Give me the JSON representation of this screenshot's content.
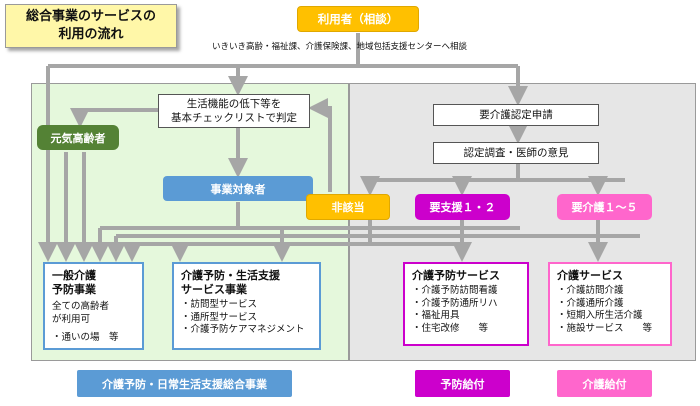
{
  "title": {
    "line1": "総合事業のサービスの",
    "line2": "利用の流れ"
  },
  "user_box": "利用者（相談）",
  "consult_caption": "いきいき高齢・福祉課、介護保険課、地域包括支援センターへ相談",
  "check_box": {
    "line1": "生活機能の低下等を",
    "line2": "基本チェックリストで判定"
  },
  "genki": "元気高齢者",
  "jigyo_taisho": "事業対象者",
  "hi_gaito": "非該当",
  "yoshien": "要支援１・２",
  "yokaigo": "要介護１～５",
  "nintei_shinsei": "要介護認定申請",
  "nintei_chosa": "認定調査・医師の意見",
  "cards": {
    "ippan": {
      "h1": "一般介護",
      "h2": "予防事業",
      "lines": [
        "全ての高齢者",
        "が利用可",
        "・通いの場　等"
      ]
    },
    "seikatsu": {
      "h1": "介護予防・生活支援",
      "h2": "サービス事業",
      "lines": [
        "・訪問型サービス",
        "・通所型サービス",
        "・介護予防ケアマネジメント"
      ]
    },
    "yobo": {
      "h1": "介護予防サービス",
      "lines": [
        "・介護予防訪問看護",
        "・介護予防通所リハ",
        "・福祉用具",
        "・住宅改修　　等"
      ]
    },
    "kaigo": {
      "h1": "介護サービス",
      "lines": [
        "・介護訪問介護",
        "・介護通所介護",
        "・短期入所生活介護",
        "・施設サービス　　等"
      ]
    }
  },
  "bottom": {
    "sogo": "介護予防・日常生活支援総合事業",
    "yobo_kyufu": "予防給付",
    "kaigo_kyufu": "介護給付"
  },
  "colors": {
    "orange": "#ffc000",
    "green": "#548235",
    "blue": "#5b9bd5",
    "purple": "#cc00cc",
    "pink": "#ff66cc",
    "gray_line": "#a6a6a6"
  }
}
